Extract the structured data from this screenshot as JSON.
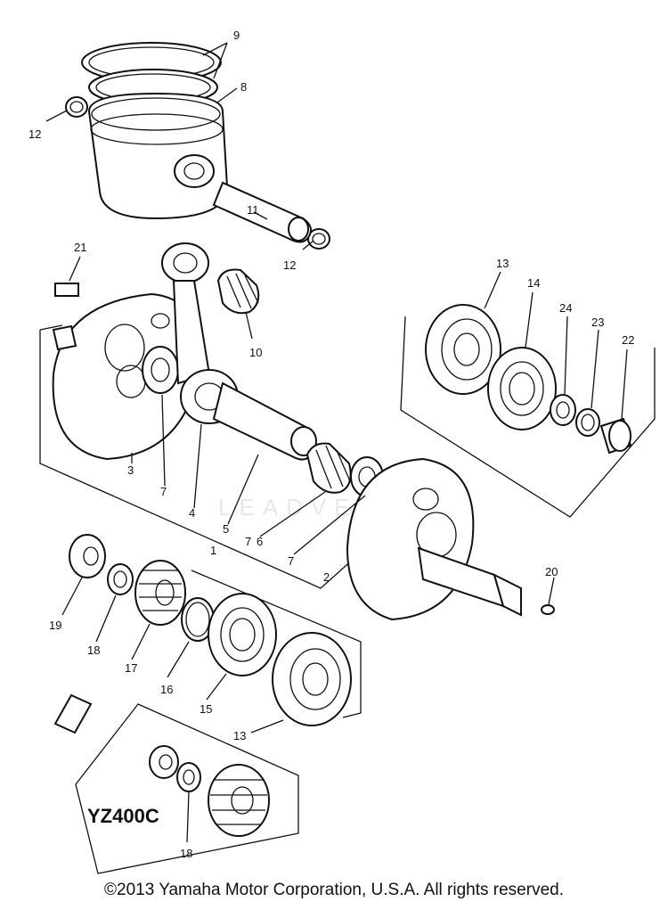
{
  "callouts": [
    "1",
    "2",
    "3",
    "4",
    "5",
    "6",
    "7",
    "7",
    "7",
    "8",
    "9",
    "10",
    "11",
    "12",
    "12",
    "13",
    "13",
    "14",
    "15",
    "16",
    "17",
    "18",
    "18",
    "19",
    "20",
    "21",
    "22",
    "23",
    "24"
  ],
  "model_label": "YZ400C",
  "watermark": "LEADVENTURE",
  "copyright": "©2013 Yamaha Motor Corporation, U.S.A. All rights reserved."
}
